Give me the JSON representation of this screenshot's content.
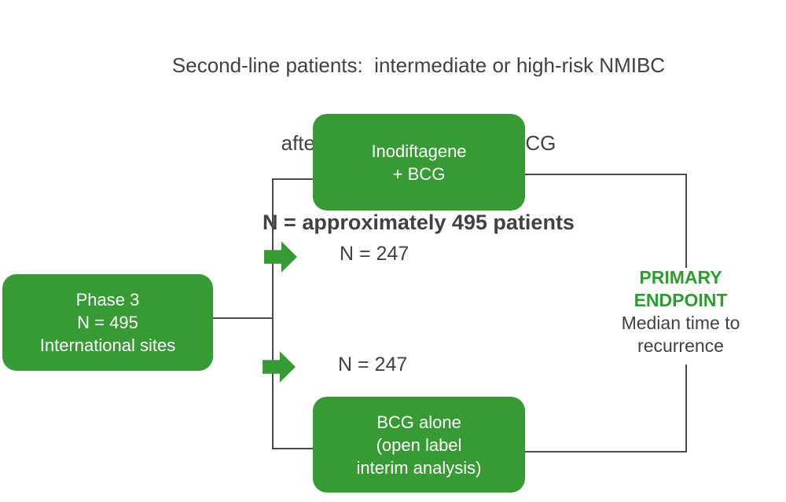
{
  "title": {
    "line1": "Second-line patients:  intermediate or high-risk NMIBC",
    "line2": "after one failed course of BCG",
    "line3": "N = approximately 495 patients"
  },
  "phase_box": {
    "line1": "Phase 3",
    "line2": "N = 495",
    "line3": "International sites"
  },
  "arm1_box": {
    "line1": "Inodiftagene",
    "line2": "+ BCG"
  },
  "arm2_box": {
    "line1": "BCG alone",
    "line2": "(open label",
    "line3": "interim analysis)"
  },
  "randomization": {
    "arm1_n": "N = 247",
    "arm2_n": "N = 247"
  },
  "endpoint": {
    "title_line1": "PRIMARY",
    "title_line2": "ENDPOINT",
    "desc_line1": "Median time to",
    "desc_line2": "recurrence"
  },
  "icons": {
    "arm1_arrow": "right-arrow",
    "arm2_arrow": "right-arrow"
  },
  "colors": {
    "box-green": "#389A35",
    "endpoint-green": "#2F9B31",
    "text-dark": "#414141",
    "line-gray": "#4A4A4A",
    "box-text": "#FFFFFF"
  }
}
